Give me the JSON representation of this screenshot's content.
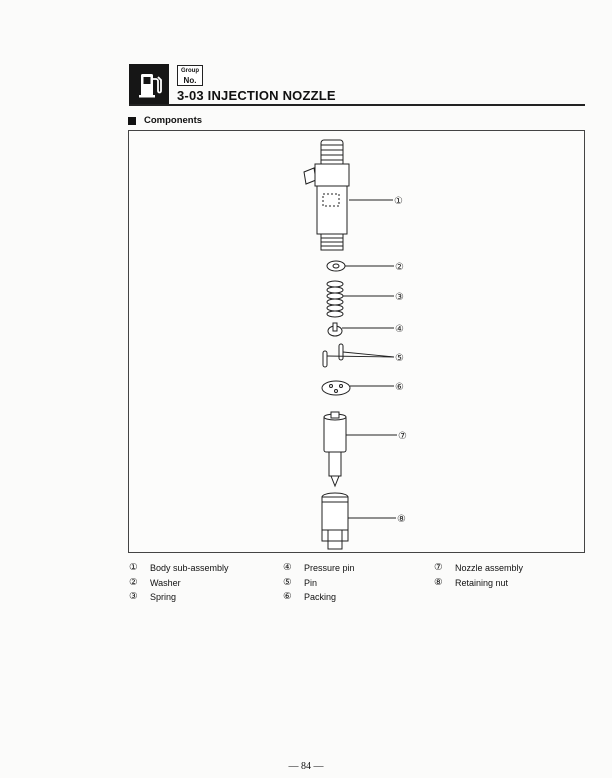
{
  "header": {
    "group_label": "Group",
    "no_label": "No.",
    "section_title": "3-03 INJECTION NOZZLE",
    "fuel_icon": "fuel-pump-icon"
  },
  "components_heading": "Components",
  "callouts": [
    "①",
    "②",
    "③",
    "④",
    "⑤",
    "⑥",
    "⑦",
    "⑧"
  ],
  "legend": {
    "col1": [
      {
        "num": "①",
        "label": "Body sub-assembly"
      },
      {
        "num": "②",
        "label": "Washer"
      },
      {
        "num": "③",
        "label": "Spring"
      }
    ],
    "col2": [
      {
        "num": "④",
        "label": "Pressure pin"
      },
      {
        "num": "⑤",
        "label": "Pin"
      },
      {
        "num": "⑥",
        "label": "Packing"
      }
    ],
    "col3": [
      {
        "num": "⑦",
        "label": "Nozzle assembly"
      },
      {
        "num": "⑧",
        "label": "Retaining nut"
      }
    ]
  },
  "page_number": "— 84 —"
}
